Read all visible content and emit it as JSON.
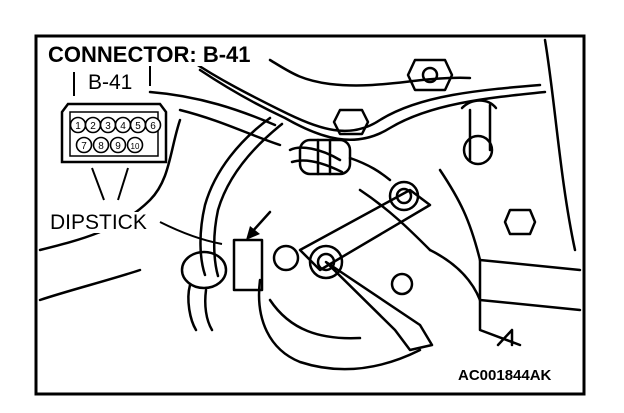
{
  "figure": {
    "title": "CONNECTOR: B-41",
    "connector_label": "B-41",
    "dipstick_label": "DIPSTICK",
    "figure_code": "AC001844AK",
    "connector_pins": [
      "1",
      "2",
      "3",
      "4",
      "5",
      "6",
      "7",
      "8",
      "9",
      "10"
    ]
  }
}
